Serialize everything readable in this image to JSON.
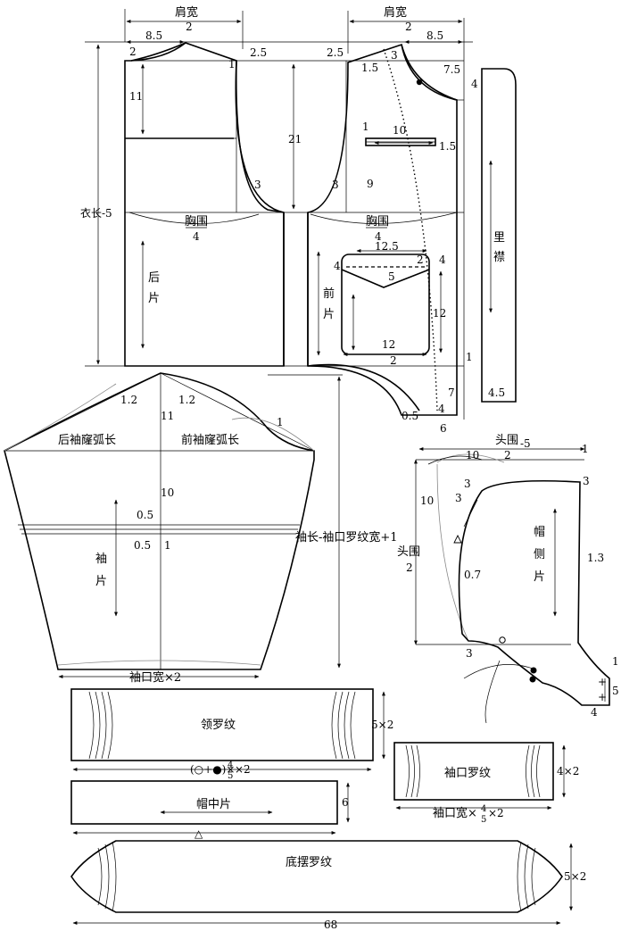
{
  "labels": {
    "shoulder_width": "肩宽",
    "back_piece": "后",
    "back_piece2": "片",
    "front_piece": "前",
    "front_piece2": "片",
    "lining": "里",
    "lining2": "襟",
    "body_length": "衣长-5",
    "chest": "胸围",
    "chest_den": "4",
    "back_armhole": "后袖窿弧长",
    "front_armhole": "前袖窿弧长",
    "sleeve_piece": "袖",
    "sleeve_piece2": "片",
    "sleeve_length": "袖长-袖口罗纹宽+1",
    "cuff_width": "袖口宽×2",
    "head_circ": "头围",
    "head_den": "2",
    "head_top": "头围",
    "head_top_suffix": "-5",
    "hood_side": "帽",
    "hood_side2": "侧",
    "hood_side3": "片",
    "collar_rib": "领罗纹",
    "collar_formula": "(○+●)×",
    "collar_formula_end": "×2",
    "cuff_rib": "袖口罗纹",
    "cuff_rib_formula": "袖口宽×",
    "cuff_rib_formula_end": "×2",
    "hood_center": "帽中片",
    "hem_rib": "底摆罗纹",
    "hem_len": "68",
    "triangle": "△"
  },
  "dims": {
    "d8_5": "8.5",
    "d2": "2",
    "d2_5": "2.5",
    "d1_5": "1.5",
    "d7_5": "7.5",
    "d11": "11",
    "d21": "21",
    "d3": "3",
    "d1": "1",
    "d10": "10",
    "d9": "9",
    "d12_5": "12.5",
    "d4": "4",
    "d5": "5",
    "d12": "12",
    "d0_5": "0.5",
    "d6": "6",
    "d7": "7",
    "d4_5": "4.5",
    "d1_2": "1.2",
    "d0_7": "0.7",
    "d1_3": "1.3",
    "d5x2": "5×2",
    "d4x2": "4×2",
    "frac_num": "4",
    "frac_den": "5"
  }
}
